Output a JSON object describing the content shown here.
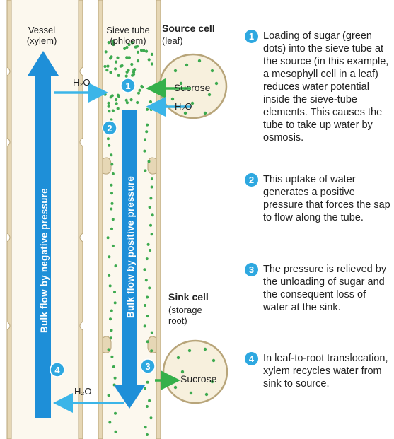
{
  "labels": {
    "vessel_line1": "Vessel",
    "vessel_line2": "(xylem)",
    "sieve_line1": "Sieve tube",
    "sieve_line2": "(phloem)",
    "source_title": "Source cell",
    "source_sub": "(leaf)",
    "sink_title": "Sink cell",
    "sink_sub1": "(storage",
    "sink_sub2": "root)",
    "h2o_top": "H₂O",
    "h2o_source": "H₂O",
    "h2o_bottom": "H₂O",
    "sucrose_top": "Sucrose",
    "sucrose_bottom": "Sucrose",
    "negative_flow": "Bulk flow by negative pressure",
    "positive_flow": "Bulk flow by positive pressure"
  },
  "markers": [
    "1",
    "2",
    "3",
    "4"
  ],
  "steps": [
    {
      "num": "1",
      "text": "Loading of sugar (green dots) into the sieve tube at the source (in this example, a mesophyll cell in a leaf) reduces water potential inside the sieve-tube elements. This causes the tube to take up water by osmosis."
    },
    {
      "num": "2",
      "text": "This uptake of water generates a positive pressure that forces the sap to flow along the tube."
    },
    {
      "num": "3",
      "text": "The pressure is relieved by the unloading of sugar and the consequent loss of water at the sink."
    },
    {
      "num": "4",
      "text": "In leaf-to-root translocation, xylem recycles water from sink to source."
    }
  ],
  "colors": {
    "blue": "#1e8fd8",
    "light_blue": "#3bb5e8",
    "green": "#34b04a",
    "dot_green": "#3daa4f",
    "wall": "#d8c7a0",
    "cell_fill": "#f7f0dd",
    "tube_fill": "#fcf8ee"
  }
}
